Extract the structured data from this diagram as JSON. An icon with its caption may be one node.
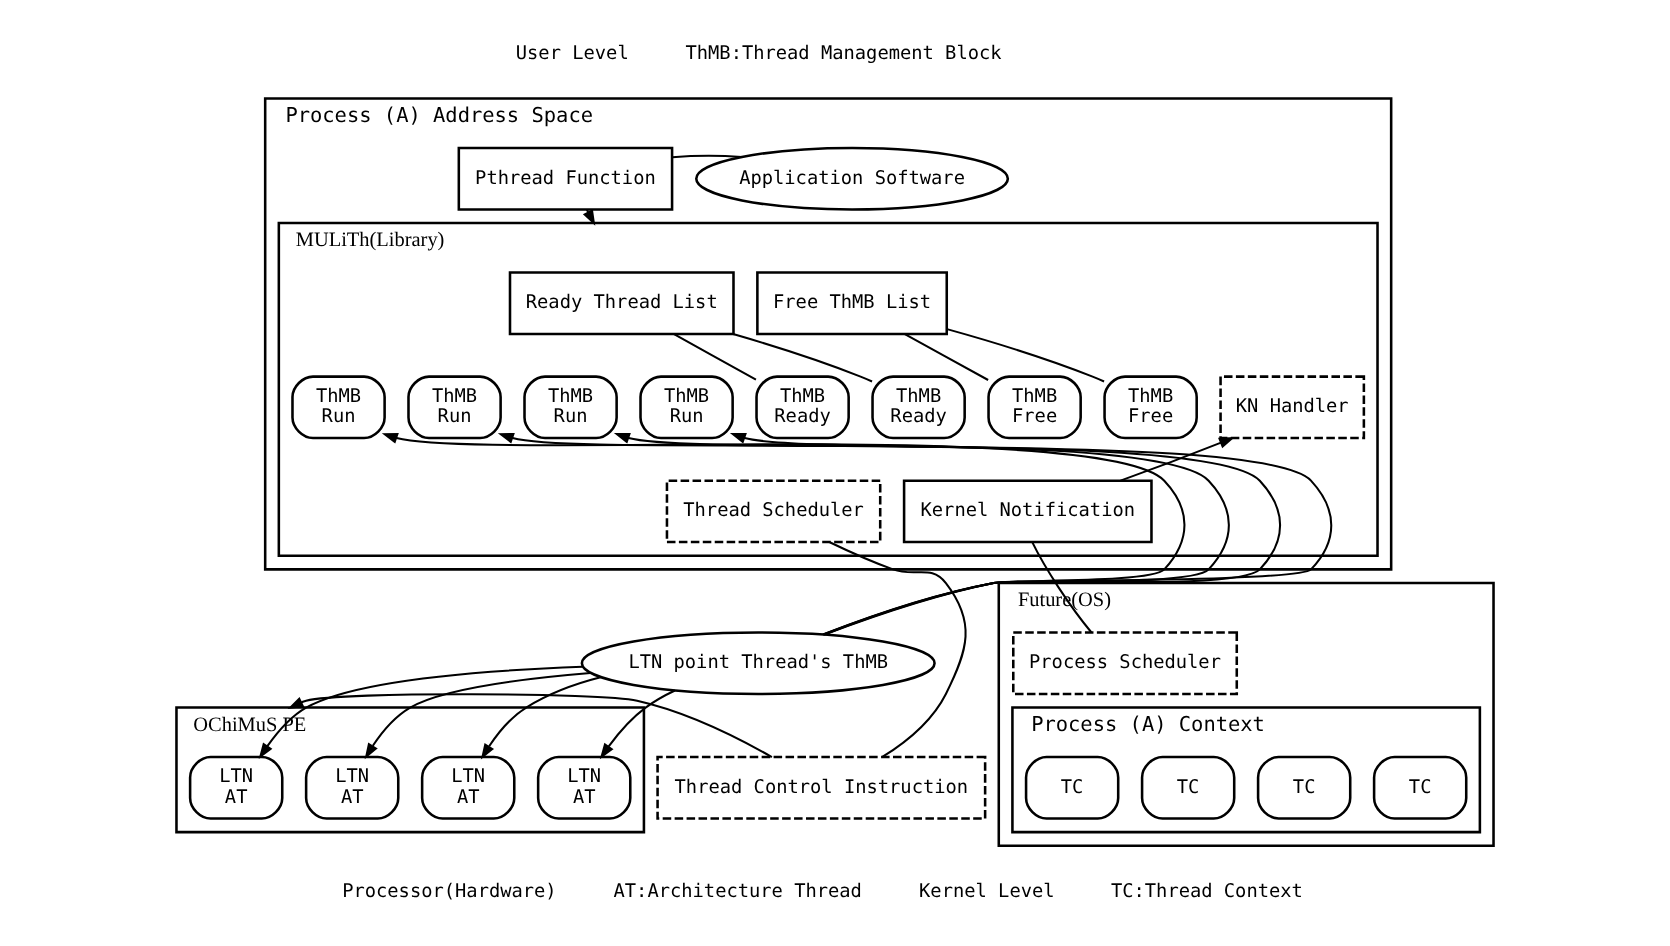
{
  "diagram": {
    "nodes": [
      {
        "text": [
          "Process (A) Address Space"
        ]
      },
      {
        "text": [
          "Pthread Function"
        ],
        "in": 0
      },
      {
        "text": [
          "Application Software"
        ],
        "in": 0
      },
      {
        "text": [
          "MULiTh(Library)"
        ],
        "in": 0
      },
      {
        "text": [
          "Ready Thread List"
        ],
        "in": 3
      },
      {
        "text": [
          "Free ThMB List"
        ],
        "in": 3
      },
      {
        "text": [
          "ThMB",
          "Run"
        ],
        "in": 3
      },
      {
        "text": [
          "ThMB",
          "Run"
        ],
        "in": 3
      },
      {
        "text": [
          "ThMB",
          "Run"
        ],
        "in": 3
      },
      {
        "text": [
          "ThMB",
          "Run"
        ],
        "in": 3
      },
      {
        "text": [
          "ThMB",
          "Ready"
        ],
        "in": 3
      },
      {
        "text": [
          "ThMB",
          "Ready"
        ],
        "in": 3
      },
      {
        "text": [
          "ThMB",
          "Free"
        ],
        "in": 3
      },
      {
        "text": [
          "ThMB",
          "Free"
        ],
        "in": 3
      },
      {
        "text": [
          "KN Handler"
        ],
        "in": 3
      },
      {
        "text": [
          "Thread Scheduler"
        ],
        "in": 3
      },
      {
        "text": [
          "Kernel Notification"
        ],
        "in": 3
      },
      {
        "text": [
          "LTN point Thread's ThMB"
        ]
      },
      {
        "text": [
          "OChiMuS PE"
        ]
      },
      {
        "text": [
          "LTN",
          "AT"
        ],
        "in": 18
      },
      {
        "text": [
          "LTN",
          "AT"
        ],
        "in": 18
      },
      {
        "text": [
          "LTN",
          "AT"
        ],
        "in": 18
      },
      {
        "text": [
          "LTN",
          "AT"
        ],
        "in": 18
      },
      {
        "text": [
          "Thread Control Instruction"
        ]
      },
      {
        "text": [
          "Future(OS)"
        ]
      },
      {
        "text": [
          "Process Scheduler"
        ],
        "in": 24
      },
      {
        "text": [
          "Process (A) Context"
        ],
        "in": 24
      },
      {
        "text": [
          "TC"
        ],
        "in": 26
      },
      {
        "text": [
          "TC"
        ],
        "in": 26
      },
      {
        "text": [
          "TC"
        ],
        "in": 26
      },
      {
        "text": [
          "TC"
        ],
        "in": 26
      }
    ],
    "edges": [
      {
        "from": 2,
        "to": 1,
        "arrow": "none"
      },
      {
        "from": 1,
        "to": 3,
        "arrow": "to"
      },
      {
        "from": 4,
        "to": 10,
        "arrow": "none"
      },
      {
        "from": 4,
        "to": 11,
        "arrow": "none"
      },
      {
        "from": 5,
        "to": 12,
        "arrow": "none"
      },
      {
        "from": 5,
        "to": 13,
        "arrow": "none"
      },
      {
        "from": 17,
        "to": 6,
        "arrow": "to"
      },
      {
        "from": 17,
        "to": 7,
        "arrow": "to"
      },
      {
        "from": 17,
        "to": 8,
        "arrow": "to"
      },
      {
        "from": 17,
        "to": 9,
        "arrow": "to"
      },
      {
        "from": 17,
        "to": 19,
        "arrow": "to"
      },
      {
        "from": 17,
        "to": 20,
        "arrow": "to"
      },
      {
        "from": 17,
        "to": 21,
        "arrow": "to"
      },
      {
        "from": 17,
        "to": 22,
        "arrow": "to"
      },
      {
        "from": 15,
        "to": 23,
        "arrow": "none"
      },
      {
        "from": 23,
        "to": 18,
        "arrow": "to"
      },
      {
        "from": 16,
        "to": 14,
        "arrow": "to"
      },
      {
        "from": 25,
        "to": 16,
        "arrow": "none"
      }
    ],
    "labels": [
      "User Level",
      "ThMB:Thread Management Block",
      "Processor(Hardware)",
      "AT:Architecture Thread",
      "Kernel Level",
      "TC:Thread Context"
    ]
  }
}
